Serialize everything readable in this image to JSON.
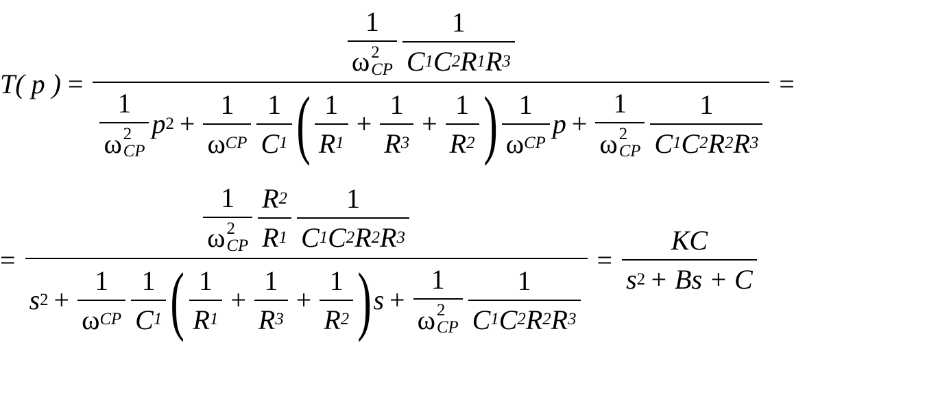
{
  "equation": {
    "lhs": "T( p )",
    "eq": "=",
    "eq2": "=",
    "eq3": "=",
    "plus": "+",
    "one": "1",
    "omega": "ω",
    "cp": "CP",
    "two": "2",
    "p": "p",
    "s": "s",
    "C1": "C",
    "C2": "C",
    "R1": "R",
    "R2": "R",
    "R3": "R",
    "i1": "1",
    "i2": "2",
    "i3": "3",
    "final_num": "KC",
    "final_den_tail": "+ Bs + C"
  }
}
